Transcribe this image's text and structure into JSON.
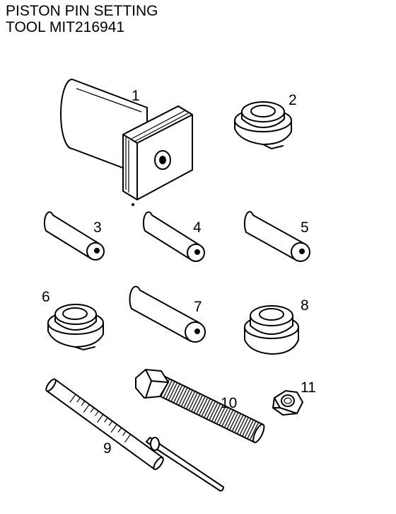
{
  "title": {
    "line1": "PISTON PIN SETTING",
    "line2": "TOOL MIT216941"
  },
  "parts": [
    {
      "label": "1",
      "icon": "bracket-block-icon"
    },
    {
      "label": "2",
      "icon": "flanged-nut-icon"
    },
    {
      "label": "3",
      "icon": "small-pin-icon"
    },
    {
      "label": "4",
      "icon": "small-pin-icon"
    },
    {
      "label": "5",
      "icon": "small-pin-icon"
    },
    {
      "label": "6",
      "icon": "flanged-nut-icon"
    },
    {
      "label": "7",
      "icon": "small-pin-icon"
    },
    {
      "label": "8",
      "icon": "flanged-nut-icon"
    },
    {
      "label": "9",
      "icon": "scaled-rod-icon"
    },
    {
      "label": "10",
      "icon": "hex-bolt-icon"
    },
    {
      "label": "11",
      "icon": "hex-nut-icon"
    }
  ]
}
